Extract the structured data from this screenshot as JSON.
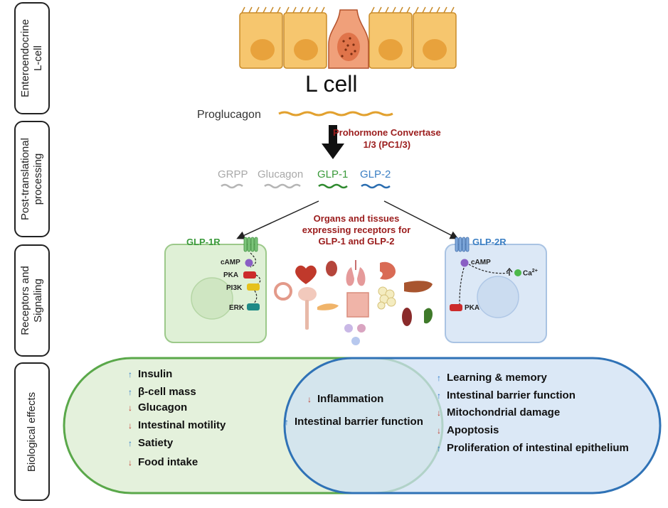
{
  "side_labels": [
    "Enteroendocrine\nL-cell",
    "Post-translational\nprocessing",
    "Receptors and\nSignaling",
    "Biological effects"
  ],
  "lcell_title": "L cell",
  "proglucagon_label": "Proglucagon",
  "enzyme_label_line1": "Prohormone Convertase",
  "enzyme_label_line2": "1/3 (PC1/3)",
  "fragments": [
    "GRPP",
    "Glucagon",
    "GLP-1",
    "GLP-2"
  ],
  "organs_title": "Organs and tissues expressing receptors for GLP-1 and GLP-2",
  "glp1r": {
    "label": "GLP-1R",
    "molecules": [
      "cAMP",
      "PKA",
      "PI3K",
      "ERK"
    ]
  },
  "glp2r": {
    "label": "GLP-2R",
    "molecules": [
      "cAMP",
      "Ca",
      "2+",
      "PKA"
    ]
  },
  "effects_left": [
    {
      "arrow": "up",
      "text": "Insulin"
    },
    {
      "arrow": "up",
      "text": "β-cell mass"
    },
    {
      "arrow": "down",
      "text": "Glucagon"
    },
    {
      "arrow": "down",
      "text": "Intestinal motility"
    },
    {
      "arrow": "up",
      "text": "Satiety"
    },
    {
      "arrow": "down",
      "text": "Food intake"
    }
  ],
  "effects_shared": [
    {
      "arrow": "down",
      "text": "Inflammation"
    },
    {
      "arrow": "up",
      "text": "Intestinal barrier function"
    }
  ],
  "effects_right": [
    {
      "arrow": "up",
      "text": "Learning & memory"
    },
    {
      "arrow": "up",
      "text": "Intestinal barrier function"
    },
    {
      "arrow": "down",
      "text": "Mitochondrial damage"
    },
    {
      "arrow": "down",
      "text": "Apoptosis"
    },
    {
      "arrow": "up",
      "text": "Proliferation of intestinal epithelium"
    }
  ],
  "colors": {
    "glp1_green": "#3a9a3a",
    "glp2_blue": "#3b7fc4",
    "grey_fragment": "#a9a9a9",
    "enzyme_red": "#9b1c1c",
    "up_arrow": "#2b78c8",
    "down_arrow": "#c0392b"
  }
}
